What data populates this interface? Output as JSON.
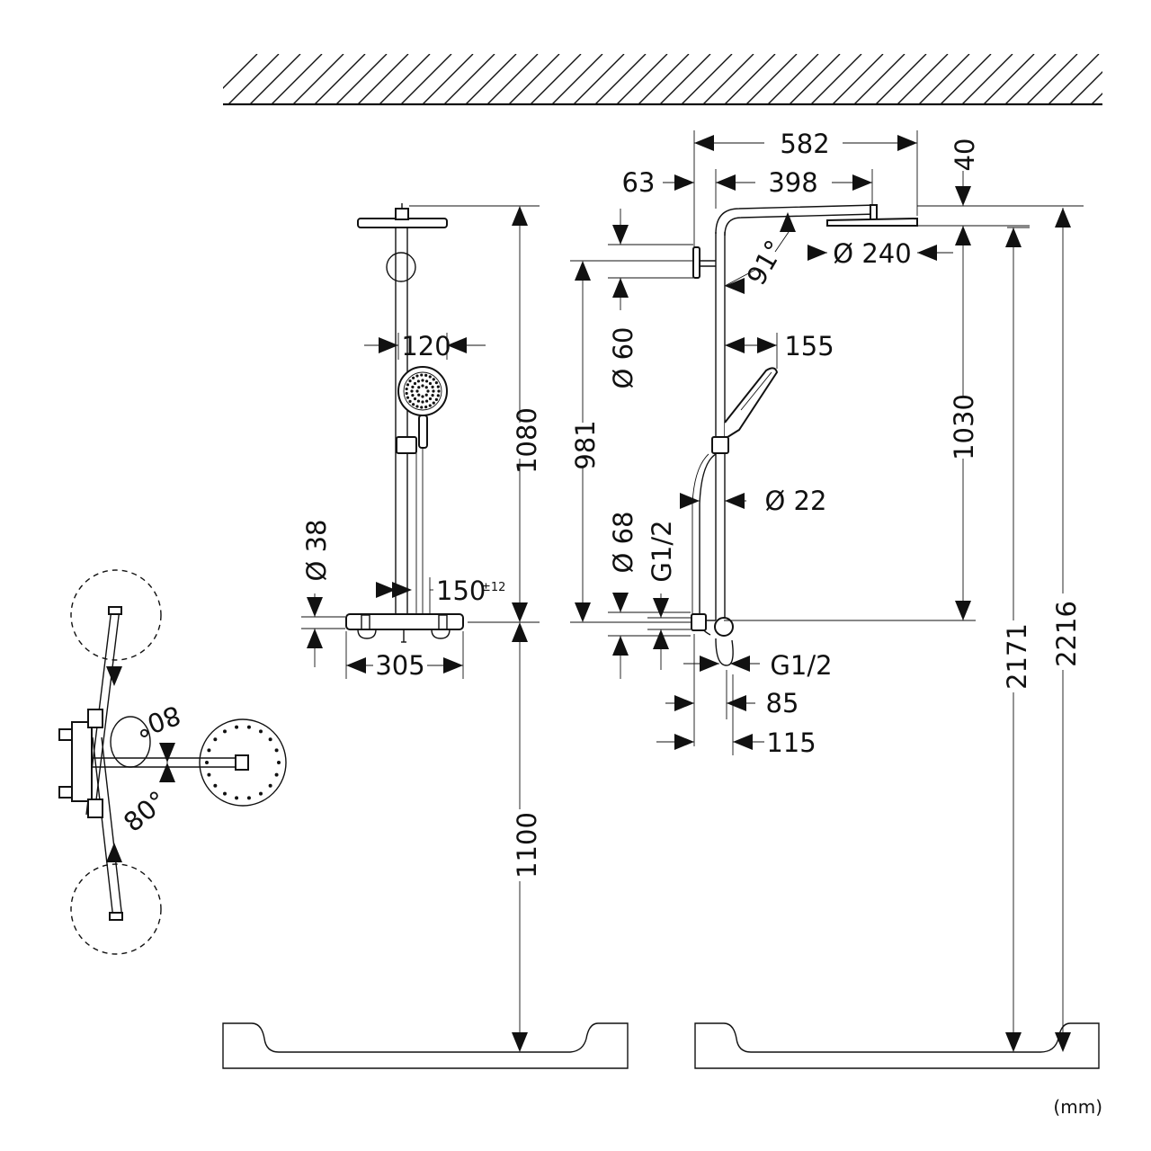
{
  "units": "(mm)",
  "front_view": {
    "height_total": "1080",
    "handshower_width": "120",
    "pipe_diameter": "Ø 38",
    "spacing": "150",
    "spacing_tolerance": "±12",
    "thermostat_width": "305",
    "floor_height": "1100"
  },
  "side_view": {
    "total_projection": "582",
    "wall_offset": "63",
    "arm_length": "398",
    "head_thickness": "40",
    "arm_angle": "91°",
    "head_diameter": "Ø 240",
    "rosette_diameter": "Ø 60",
    "bracket_projection": "155",
    "vertical_981": "981",
    "vertical_1030": "1030",
    "hose_diameter": "Ø 22",
    "connection_diameter": "Ø 68",
    "thread_top": "G1/2",
    "thread_bottom": "G1/2",
    "depth_85": "85",
    "depth_115": "115",
    "height_2171": "2171",
    "height_2216": "2216"
  },
  "top_view": {
    "angle_upper": "80°",
    "angle_lower": "80°"
  }
}
